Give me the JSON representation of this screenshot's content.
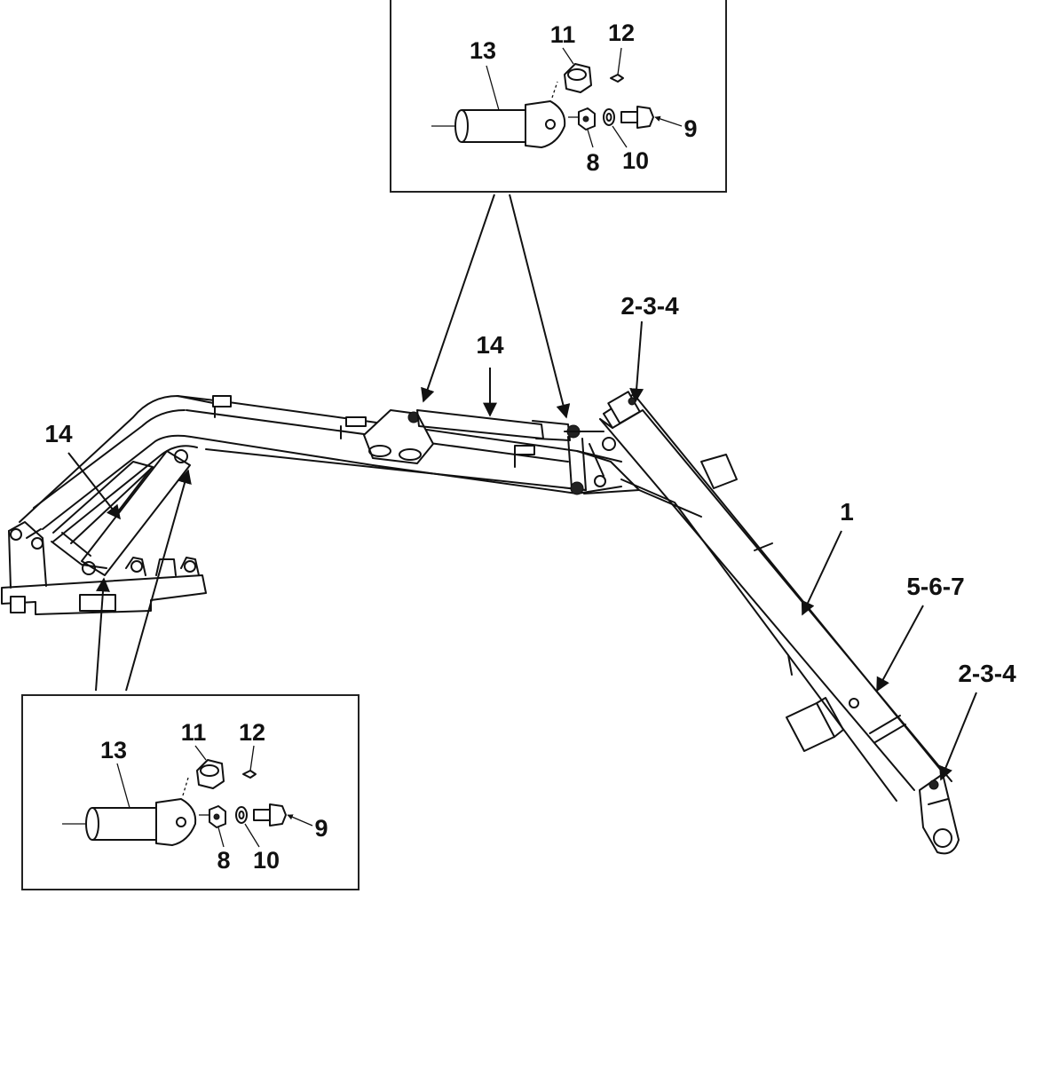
{
  "callouts": {
    "boom_cyl_top": "14",
    "boom_cyl_left": "14",
    "arm_top_pin": "2-3-4",
    "arm_part": "1",
    "arm_lower": "5-6-7",
    "arm_tip_pin": "2-3-4"
  },
  "inset_top": {
    "c13": "13",
    "c11": "11",
    "c12": "12",
    "c9": "9",
    "c8": "8",
    "c10": "10"
  },
  "inset_bottom": {
    "c13": "13",
    "c11": "11",
    "c12": "12",
    "c9": "9",
    "c8": "8",
    "c10": "10"
  }
}
